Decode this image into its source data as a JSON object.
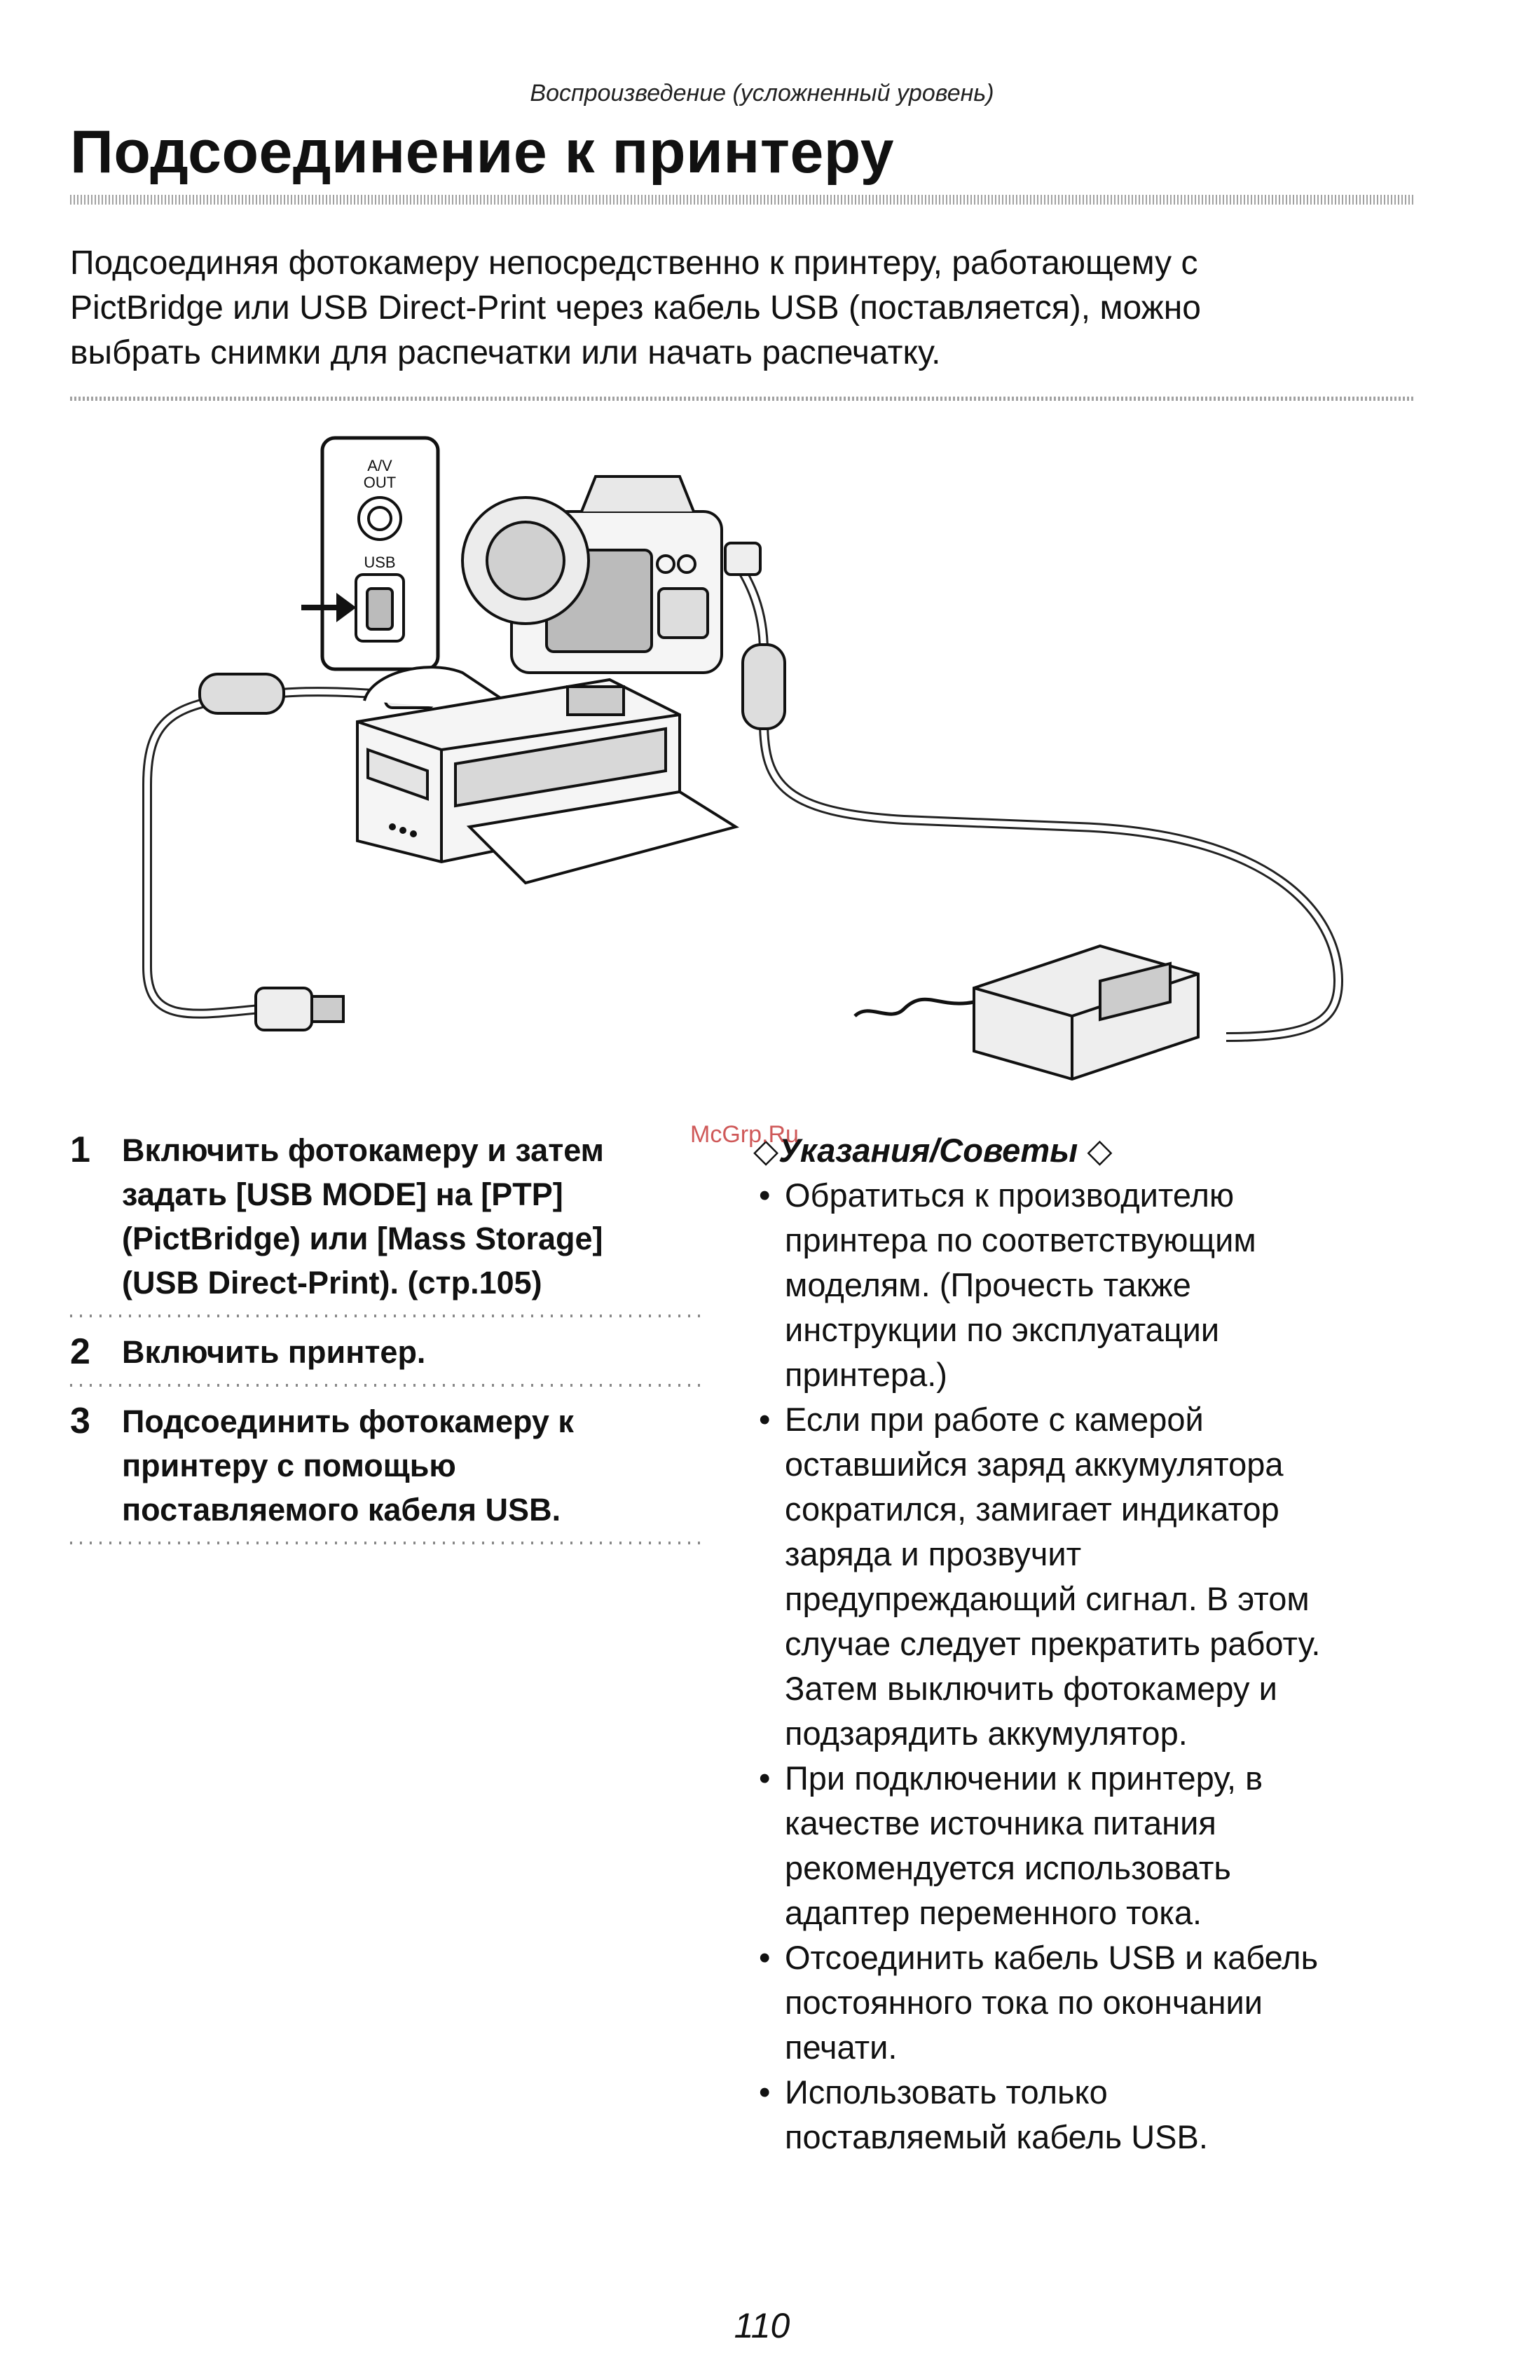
{
  "header": {
    "section_label": "Воспроизведение (усложненный уровень)",
    "title": "Подсоединение к принтеру"
  },
  "intro": {
    "lines": [
      "Подсоединяя фотокамеру непосредственно к принтеру, работающему с",
      "PictBridge или USB Direct-Print через кабель USB (поставляется), можно",
      "выбрать снимки для распечатки или начать распечатку."
    ]
  },
  "illustration": {
    "port_labels": {
      "av_out_line1": "A/V",
      "av_out_line2": "OUT",
      "usb": "USB"
    }
  },
  "steps": [
    {
      "number": "1",
      "lines": [
        "Включить фотокамеру и затем",
        "задать [USB MODE] на [PTP]",
        "(PictBridge) или [Mass Storage]",
        "(USB Direct-Print). (стр.105)"
      ]
    },
    {
      "number": "2",
      "lines": [
        "Включить принтер."
      ]
    },
    {
      "number": "3",
      "lines": [
        "Подсоединить фотокамеру к",
        "принтеру с помощью",
        "поставляемого кабеля USB."
      ]
    }
  ],
  "tips": {
    "heading": "Указания/Советы",
    "items": [
      {
        "lines": [
          "Обратиться к производителю",
          "принтера по соответствующим",
          "моделям. (Прочесть также",
          "инструкции по эксплуатации",
          "принтера.)"
        ]
      },
      {
        "lines": [
          "Если при работе с камерой",
          "оставшийся заряд аккумулятора",
          "сократился, замигает индикатор",
          "заряда и прозвучит",
          "предупреждающий сигнал. В этом",
          "случае следует прекратить работу.",
          "Затем выключить фотокамеру и",
          "подзарядить аккумулятор."
        ]
      },
      {
        "lines": [
          "При подключении к принтеру, в",
          "качестве источника питания",
          "рекомендуется использовать",
          "адаптер переменного тока."
        ]
      },
      {
        "lines": [
          "Отсоединить кабель USB и кабель",
          "постоянного тока по окончании",
          "печати."
        ]
      },
      {
        "lines": [
          "Использовать только",
          "поставляемый кабель USB."
        ]
      }
    ]
  },
  "watermark": "McGrp.Ru",
  "page_number": "110"
}
